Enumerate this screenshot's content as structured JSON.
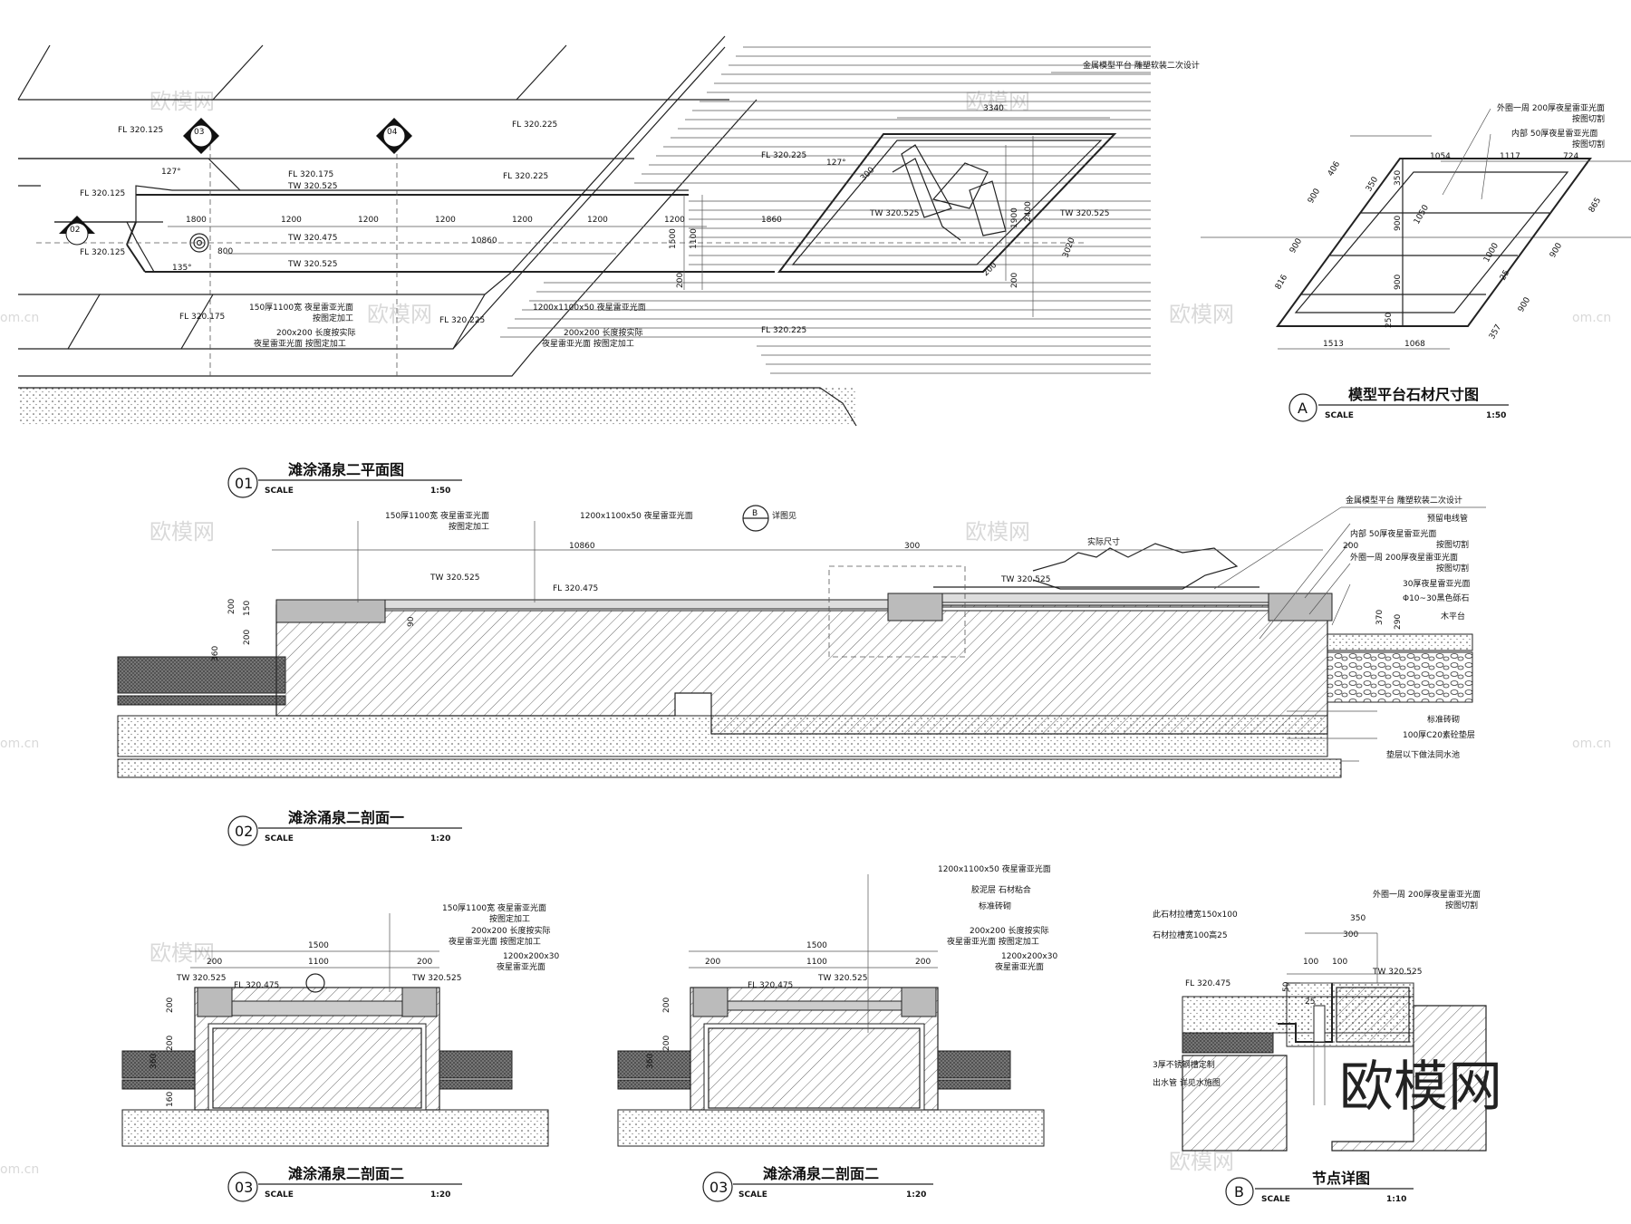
{
  "plan01": {
    "title": "滩涂涌泉二平面图",
    "num": "01",
    "scale_label": "SCALE",
    "scale": "1:50",
    "elev_labels": [
      "FL 320.125",
      "FL 320.225",
      "FL 320.175",
      "TW 320.525",
      "FL 320.125",
      "FL 320.225",
      "FL 320.225",
      "FL 320.125",
      "TW 320.475",
      "TW 320.525",
      "FL 320.175",
      "FL 320.225",
      "FL 320.225",
      "TW 320.525",
      "TW 320.525"
    ],
    "dims": [
      "1800",
      "1200",
      "1200",
      "1200",
      "1200",
      "1200",
      "1200",
      "1860",
      "800",
      "10860",
      "1500",
      "1100",
      "200",
      "3340",
      "300",
      "1900",
      "2400",
      "3020",
      "200",
      "200"
    ],
    "angles": [
      "127°",
      "135°",
      "127°"
    ],
    "markers": [
      "03",
      "04",
      "02"
    ],
    "notes": [
      "金属模型平台 雕塑软装二次设计",
      "150厚1100宽 夜星雷亚光面",
      "按图定加工",
      "200x200 长度按实际",
      "夜星雷亚光面 按图定加工",
      "1200x1100x50 夜星雷亚光面",
      "200x200 长度按实际",
      "夜星雷亚光面 按图定加工"
    ]
  },
  "detailA": {
    "title": "模型平台石材尺寸图",
    "num": "A",
    "scale_label": "SCALE",
    "scale": "1:50",
    "notes": [
      "外圈一周 200厚夜星雷亚光面",
      "按图切割",
      "内部 50厚夜星雷亚光面",
      "按图切割"
    ],
    "dims": [
      "1054",
      "1117",
      "724",
      "406",
      "900",
      "350",
      "350",
      "1050",
      "900",
      "900",
      "1000",
      "865",
      "900",
      "25",
      "900",
      "816",
      "900",
      "250",
      "357",
      "1513",
      "1068"
    ]
  },
  "section02": {
    "title": "滩涂涌泉二剖面一",
    "num": "02",
    "scale_label": "SCALE",
    "scale": "1:20",
    "detail_ref": "B",
    "detail_ref_text": "详图见",
    "notes_left": [
      "150厚1100宽 夜星雷亚光面",
      "按图定加工",
      "1200x1100x50 夜星雷亚光面"
    ],
    "notes_right": [
      "金属模型平台 雕塑软装二次设计",
      "预留电线管",
      "内部 50厚夜星雷亚光面",
      "按图切割",
      "外圈一周 200厚夜星雷亚光面",
      "按图切割",
      "30厚夜星雷亚光面",
      "Φ10~30黑色砾石",
      "木平台",
      "标准砖砌",
      "100厚C20素砼垫层",
      "垫层以下做法同水池"
    ],
    "dims": [
      "10860",
      "300",
      "200",
      "200",
      "150",
      "200",
      "360",
      "90",
      "370",
      "290"
    ],
    "elev": [
      "TW 320.525",
      "FL 320.475",
      "TW 320.525"
    ],
    "misc": "实际尺寸"
  },
  "section03a": {
    "title": "滩涂涌泉二剖面二",
    "num": "03",
    "scale_label": "SCALE",
    "scale": "1:20",
    "notes": [
      "150厚1100宽 夜星雷亚光面",
      "按图定加工",
      "200x200 长度按实际",
      "夜星雷亚光面 按图定加工",
      "1200x200x30",
      "夜星雷亚光面"
    ],
    "dims": [
      "1500",
      "200",
      "1100",
      "200",
      "200",
      "200",
      "360",
      "160"
    ],
    "elev": [
      "TW 320.525",
      "FL 320.475",
      "TW 320.525"
    ]
  },
  "section03b": {
    "title": "滩涂涌泉二剖面二",
    "num": "03",
    "scale_label": "SCALE",
    "scale": "1:20",
    "notes": [
      "1200x1100x50 夜星雷亚光面",
      "胶泥层 石材粘合",
      "标准砖砌",
      "200x200 长度按实际",
      "夜星雷亚光面 按图定加工",
      "1200x200x30",
      "夜星雷亚光面"
    ],
    "dims": [
      "1500",
      "200",
      "1100",
      "200",
      "200",
      "200",
      "360"
    ],
    "elev": [
      "FL 320.475",
      "TW 320.525"
    ]
  },
  "detailB": {
    "title": "节点详图",
    "num": "B",
    "scale_label": "SCALE",
    "scale": "1:10",
    "notes_left": [
      "此石材拉槽宽150x100",
      "石材拉槽宽100高25",
      "3厚不锈钢槽定制",
      "出水管 详见水施图"
    ],
    "notes_right": [
      "外圈一周 200厚夜星雷亚光面",
      "按图切割"
    ],
    "dims": [
      "350",
      "300",
      "100",
      "100",
      "50",
      "25"
    ],
    "elev": [
      "FL 320.475",
      "TW 320.525"
    ]
  },
  "watermark": {
    "text": "欧模网",
    "url": "www.om.cn",
    "short": "om.cn"
  }
}
